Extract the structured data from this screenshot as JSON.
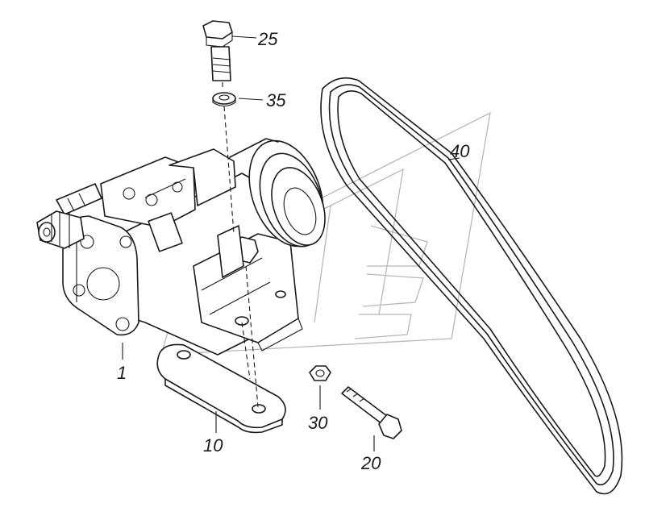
{
  "callouts": {
    "c1": "1",
    "c10": "10",
    "c20": "20",
    "c25": "25",
    "c30": "30",
    "c35": "35",
    "c40": "40"
  },
  "colors": {
    "ink": "#1a1a1a",
    "watermark": "#b8b8b8",
    "background": "#ffffff"
  }
}
